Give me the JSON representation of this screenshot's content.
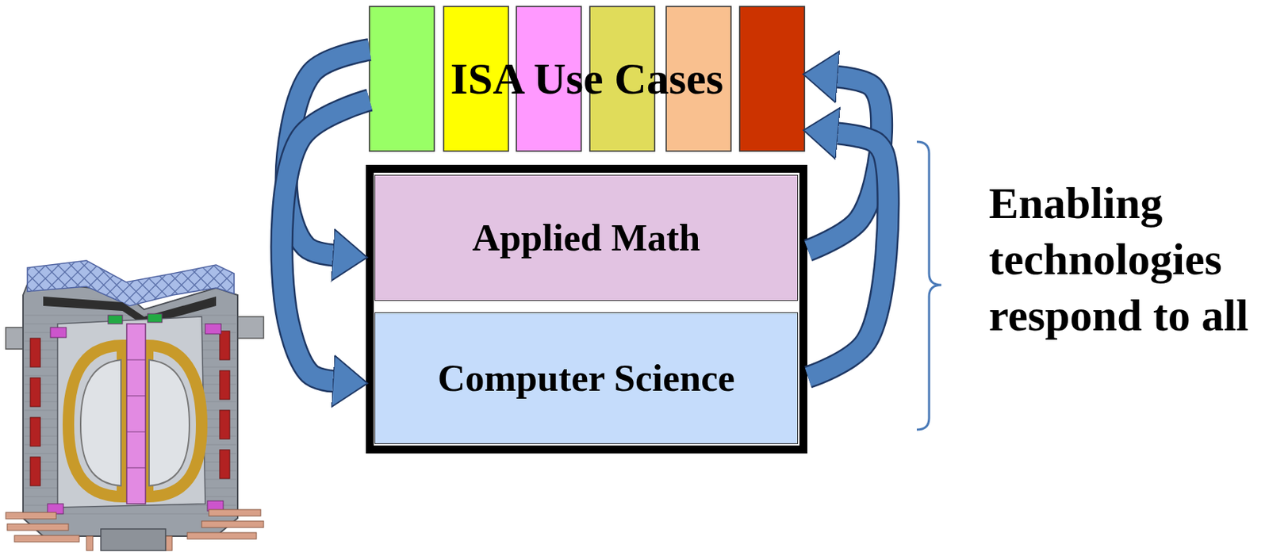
{
  "diagram": {
    "nodes": [
      {
        "text": [
          "ISA Use Cases"
        ]
      },
      {
        "text": [
          "Applied Math"
        ]
      },
      {
        "text": [
          "Computer Science"
        ]
      }
    ],
    "edges": [
      {
        "from": 0,
        "to": 1,
        "arrow": "to"
      },
      {
        "from": 0,
        "to": 2,
        "arrow": "to"
      },
      {
        "from": 1,
        "to": 0,
        "arrow": "to"
      },
      {
        "from": 2,
        "to": 0,
        "arrow": "to"
      }
    ],
    "labels": [
      "Enabling technologies respond to all"
    ]
  }
}
